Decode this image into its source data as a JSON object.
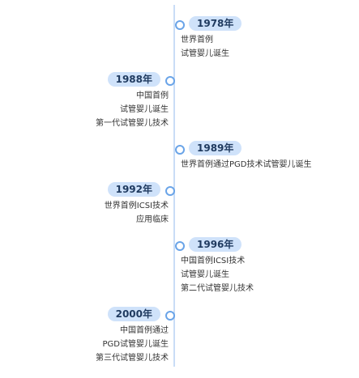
{
  "events": [
    {
      "year": "1978年",
      "lines": [
        "世界首例",
        "试管婴儿诞生"
      ]
    },
    {
      "year": "1988年",
      "lines": [
        "中国首例",
        "试管婴儿诞生",
        "第一代试管婴儿技术"
      ]
    },
    {
      "year": "1989年",
      "lines": [
        "世界首例通过PGD技术试管婴儿诞生"
      ]
    },
    {
      "year": "1992年",
      "lines": [
        "世界首例ICSI技术",
        "应用临床"
      ]
    },
    {
      "year": "1996年",
      "lines": [
        "中国首例ICSI技术",
        "试管婴儿诞生",
        "第二代试管婴儿技术"
      ]
    },
    {
      "year": "2000年",
      "lines": [
        "中国首例通过",
        "PGD试管婴儿诞生",
        "第三代试管婴儿技术"
      ]
    }
  ],
  "colors": {
    "axis": "#c9ddf6",
    "node_border": "#6aa4e8",
    "badge_bg": "#cfe2fa",
    "badge_text": "#1f3a5f"
  }
}
